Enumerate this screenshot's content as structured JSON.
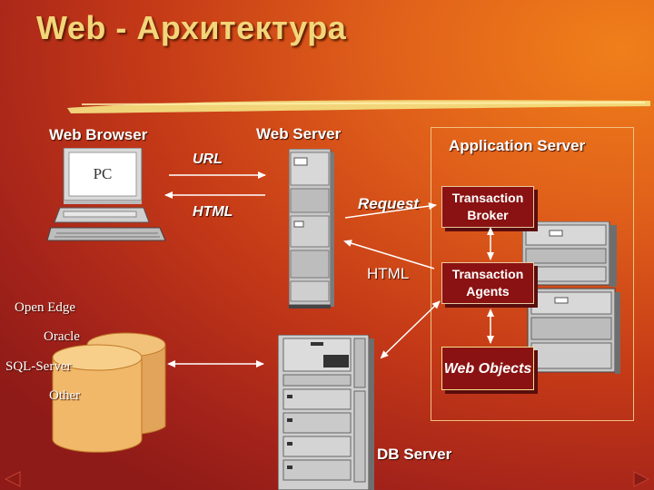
{
  "slide": {
    "title": "Web - Архитектура",
    "labels": {
      "web_browser": "Web Browser",
      "web_server": "Web Server",
      "application_server": "Application Server",
      "pc": "PC",
      "url": "URL",
      "html_browser": "HTML",
      "request": "Request",
      "html_server": "HTML",
      "db_server": "DB Server"
    },
    "boxes": {
      "transaction_broker": "Transaction Broker",
      "transaction_agents": "Transaction Agents",
      "web_objects": "Web Objects"
    },
    "databases": [
      "Open Edge",
      "Oracle",
      "SQL-Server",
      "Other"
    ],
    "colors": {
      "title": "#f3d57a",
      "box_fill": "#8a1212",
      "highlight_stroke": "#f6e38a"
    }
  }
}
